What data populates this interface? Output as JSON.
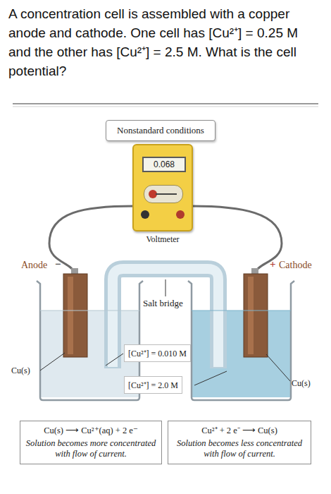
{
  "diagram": {
    "title": "A concentration cell is assembled with a copper anode and cathode. One cell has [Cu²⁺] = 0.25 M and the other has [Cu²⁺] = 2.5 M. What is the cell potential?",
    "nodes": [
      {
        "text": [
          "Nonstandard conditions"
        ]
      },
      {
        "text": [
          "Voltmeter"
        ]
      },
      {
        "text": [
          "0.068"
        ],
        "in": 1
      },
      {
        "text": [
          "[Cu²⁺] = 0.010 M"
        ]
      },
      {
        "text": [
          "[Cu²⁺] = 2.0 M"
        ]
      },
      {
        "text": [
          "Cu(s) ⟶ Cu²⁺(aq) + 2 e⁻",
          "Solution becomes more concentrated with flow of current."
        ]
      },
      {
        "text": [
          "Cu²⁺ + 2 e⁻ ⟶ Cu(s)",
          "Solution becomes less concentrated with flow of current."
        ]
      }
    ],
    "labels": [
      "Anode",
      "−",
      "+",
      "Cathode",
      "Salt bridge",
      "Cu(s)",
      "Cu(s)"
    ]
  }
}
